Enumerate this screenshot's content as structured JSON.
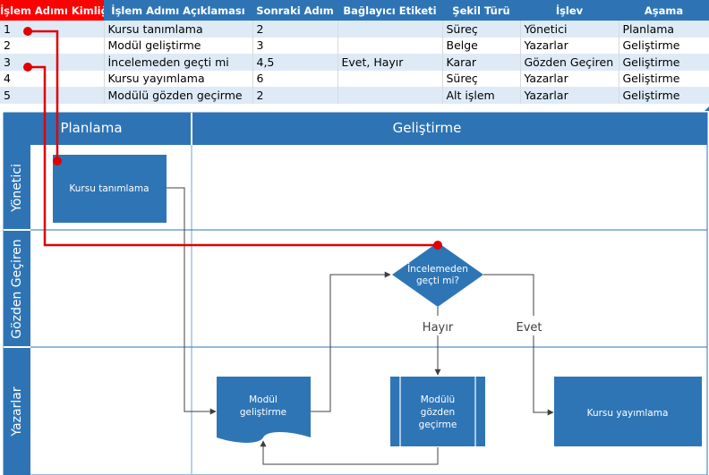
{
  "table": {
    "headers": [
      "İşlem Adımı Kimliği",
      "İşlem Adımı Açıklaması",
      "Sonraki Adım",
      "Bağlayıcı Etiketi",
      "Şekil Türü",
      "İşlev",
      "Aşama"
    ],
    "rows": [
      [
        "1",
        "Kursu tanımlama",
        "2",
        "",
        "Süreç",
        "Yönetici",
        "Planlama"
      ],
      [
        "2",
        "Modül geliştirme",
        "3",
        "",
        "Belge",
        "Yazarlar",
        "Geliştirme"
      ],
      [
        "3",
        "İncelemeden geçti mi",
        "4,5",
        "Evet, Hayır",
        "Karar",
        "Gözden Geçiren",
        "Geliştirme"
      ],
      [
        "4",
        "Kursu yayımlama",
        "6",
        "",
        "Süreç",
        "Yazarlar",
        "Geliştirme"
      ],
      [
        "5",
        "Modülü gözden geçirme",
        "2",
        "",
        "Alt işlem",
        "Yazarlar",
        "Geliştirme"
      ]
    ]
  },
  "diagram": {
    "phases": [
      "Planlama",
      "Geliştirme"
    ],
    "lanes": [
      "Yönetici",
      "Gözden Geçiren",
      "Yazarlar"
    ],
    "shapes": {
      "define_course": "Kursu tanımlama",
      "review_passed": [
        "İncelemeden",
        "geçti mi?"
      ],
      "develop_module": [
        "Modül",
        "geliştirme"
      ],
      "review_module": [
        "Modülü",
        "gözden",
        "geçirme"
      ],
      "publish_course": "Kursu yayımlama"
    },
    "connector_labels": {
      "no": "Hayır",
      "yes": "Evet"
    }
  },
  "colors": {
    "header_blue": "#2e74b5",
    "selected_header": "#ff0000",
    "row_band": "#deebf7",
    "shape_blue": "#2e75b6",
    "callout_red": "#e00000"
  }
}
